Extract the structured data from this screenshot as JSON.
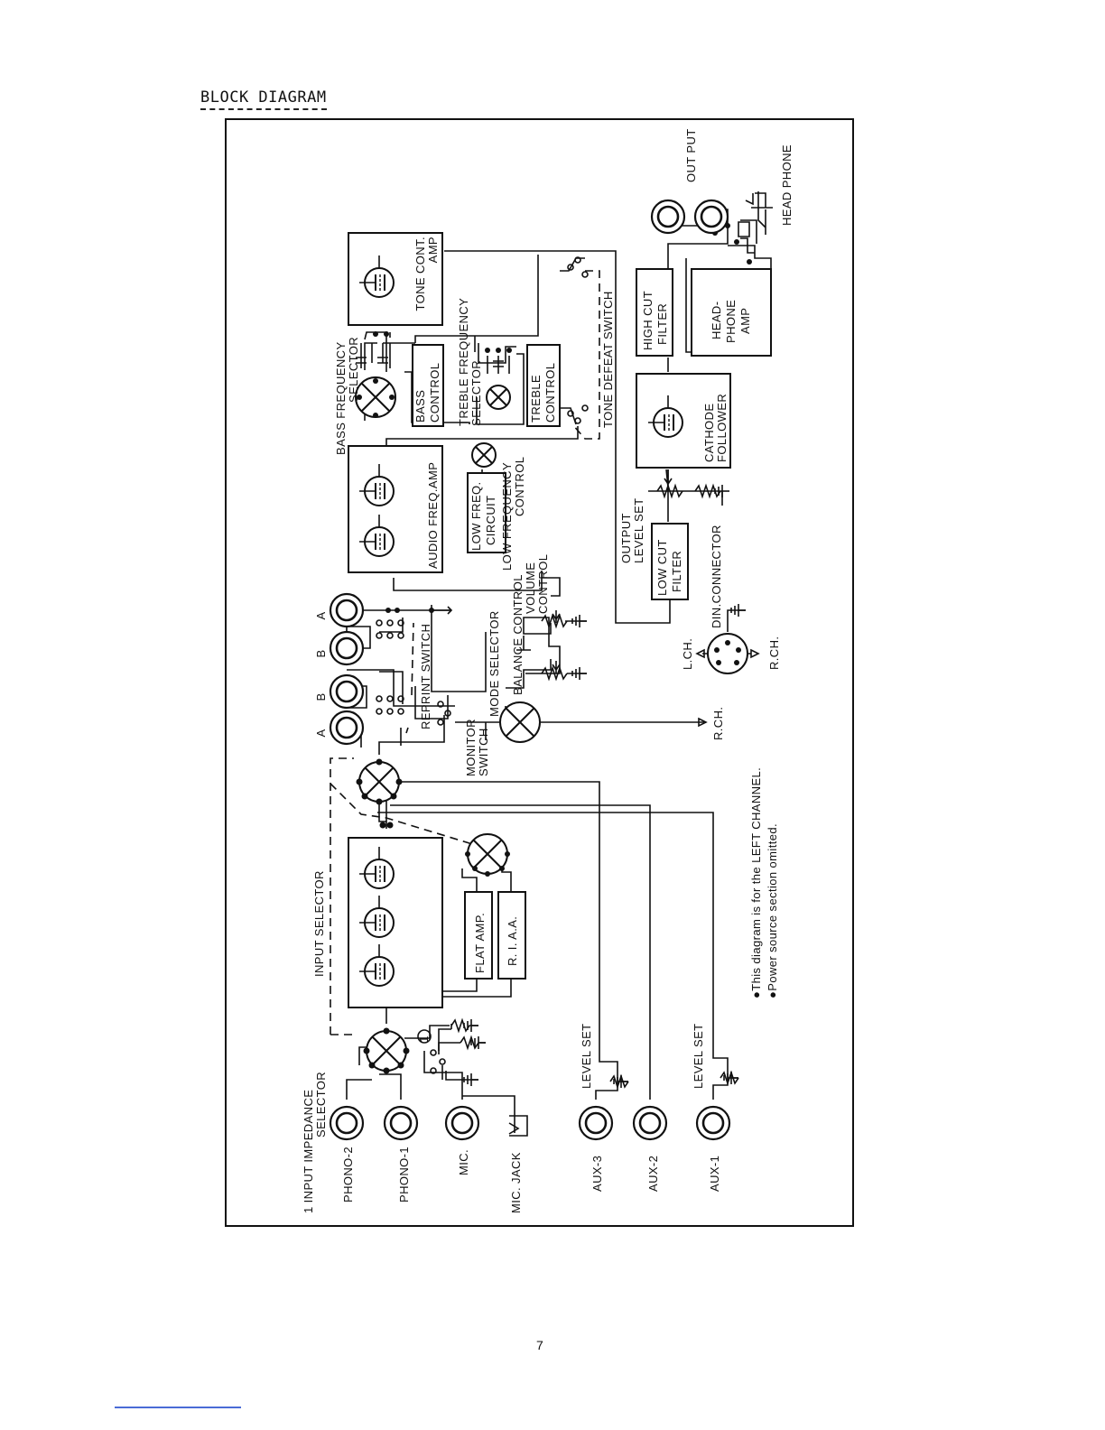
{
  "page": {
    "heading": "BLOCK DIAGRAM",
    "page_number": "7"
  },
  "blocks": {
    "tone_cont_amp": [
      "TONE CONT.",
      "AMP"
    ],
    "bass_control": [
      "BASS",
      "CONTROL"
    ],
    "treble_control": [
      "TREBLE",
      "CONTROL"
    ],
    "audio_freq_amp": "AUDIO FREQ.AMP",
    "low_freq_circuit": [
      "LOW FREQ.",
      "CIRCUIT"
    ],
    "flat_amp": "FLAT AMP.",
    "riaa": "R. I. A.A.",
    "cathode_follower": [
      "CATHODE",
      "FOLLOWER"
    ],
    "high_cut_filter": [
      "HIGH CUT",
      "FILTER"
    ],
    "headphone_amp": [
      "HEAD-",
      "PHONE",
      "AMP"
    ],
    "low_cut_filter": [
      "LOW CUT",
      "FILTER"
    ]
  },
  "labels": {
    "bass_freq_selector": [
      "BASS FREQUENCY",
      "SELECTOR"
    ],
    "treble_freq_selector": [
      "TREBLE FREQUENCY",
      "SELECTOR"
    ],
    "tone_defeat_switch": "TONE DEFEAT SWITCH",
    "low_freq_control": [
      "LOW FREQUENCY",
      "CONTROL"
    ],
    "volume_control": [
      "VOLUME",
      "CONTROL"
    ],
    "balance_control": "BALANCE CONTROL",
    "mode_selector": "MODE SELECTOR",
    "reprint_switch": "REPRINT SWITCH",
    "monitor_switch": [
      "MONITOR",
      "SWITCH"
    ],
    "input_selector": "INPUT SELECTOR",
    "input_impedance_selector": [
      "1 INPUT IMPEDANCE",
      "SELECTOR"
    ],
    "output_level_set": [
      "OUTPUT",
      "LEVEL SET"
    ],
    "din_connector": "DIN.CONNECTOR",
    "out_put": "OUT PUT",
    "head_phone": "HEAD PHONE",
    "level_set": "LEVEL SET",
    "rch": "R.CH.",
    "lch": "L.CH.",
    "circled_one": "1"
  },
  "tape_jacks": [
    "A",
    "B",
    "B",
    "A"
  ],
  "inputs": [
    "PHONO-2",
    "PHONO-1",
    "MIC.",
    "MIC. JACK",
    "AUX-3",
    "AUX-2",
    "AUX-1"
  ],
  "notes": [
    "●This diagram is for  the LEFT CHANNEL.",
    "●Power source section omitted."
  ]
}
